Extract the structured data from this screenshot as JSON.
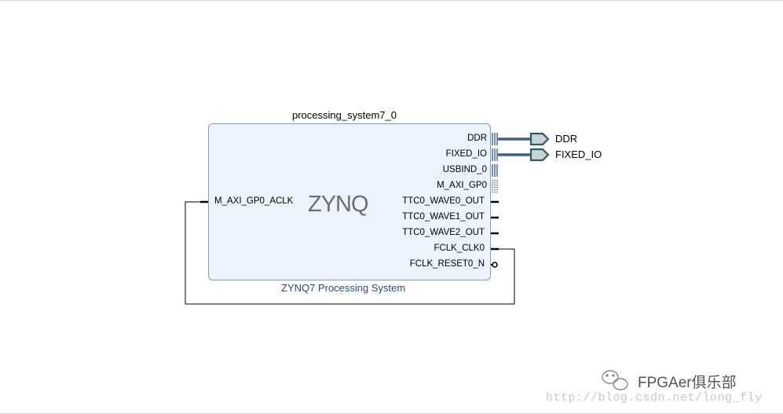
{
  "block": {
    "instance_name": "processing_system7_0",
    "title": "ZYNQ7 Processing System",
    "logo_text": "ZYNQ"
  },
  "ports_left": [
    {
      "name": "M_AXI_GP0_ACLK",
      "kind": "clock"
    }
  ],
  "ports_right": [
    {
      "name": "DDR",
      "kind": "bus-external"
    },
    {
      "name": "FIXED_IO",
      "kind": "bus-external"
    },
    {
      "name": "USBIND_0",
      "kind": "bus"
    },
    {
      "name": "M_AXI_GP0",
      "kind": "bus-dotted"
    },
    {
      "name": "TTC0_WAVE0_OUT",
      "kind": "pin"
    },
    {
      "name": "TTC0_WAVE1_OUT",
      "kind": "pin"
    },
    {
      "name": "TTC0_WAVE2_OUT",
      "kind": "pin"
    },
    {
      "name": "FCLK_CLK0",
      "kind": "pin-connected"
    },
    {
      "name": "FCLK_RESET0_N",
      "kind": "pin-inverted"
    }
  ],
  "external_ports": [
    {
      "name": "DDR"
    },
    {
      "name": "FIXED_IO"
    }
  ],
  "watermark": {
    "brand": "FPGAer俱乐部",
    "url": "http://blog.csdn.net/long_fly"
  },
  "colors": {
    "block_fill": "#ebf3fc",
    "block_border": "#7e9ec5",
    "bus": "#3e5f96",
    "ext_port_fill": "#c8d3d3",
    "ext_port_stroke": "#2f5d62",
    "title_text": "#2d4c73",
    "logo_accent": "#1f6b7a"
  },
  "icons": [
    "plus-expand-icon",
    "bus-connector-icon",
    "external-port-icon",
    "inversion-bubble-icon",
    "wechat-icon"
  ]
}
